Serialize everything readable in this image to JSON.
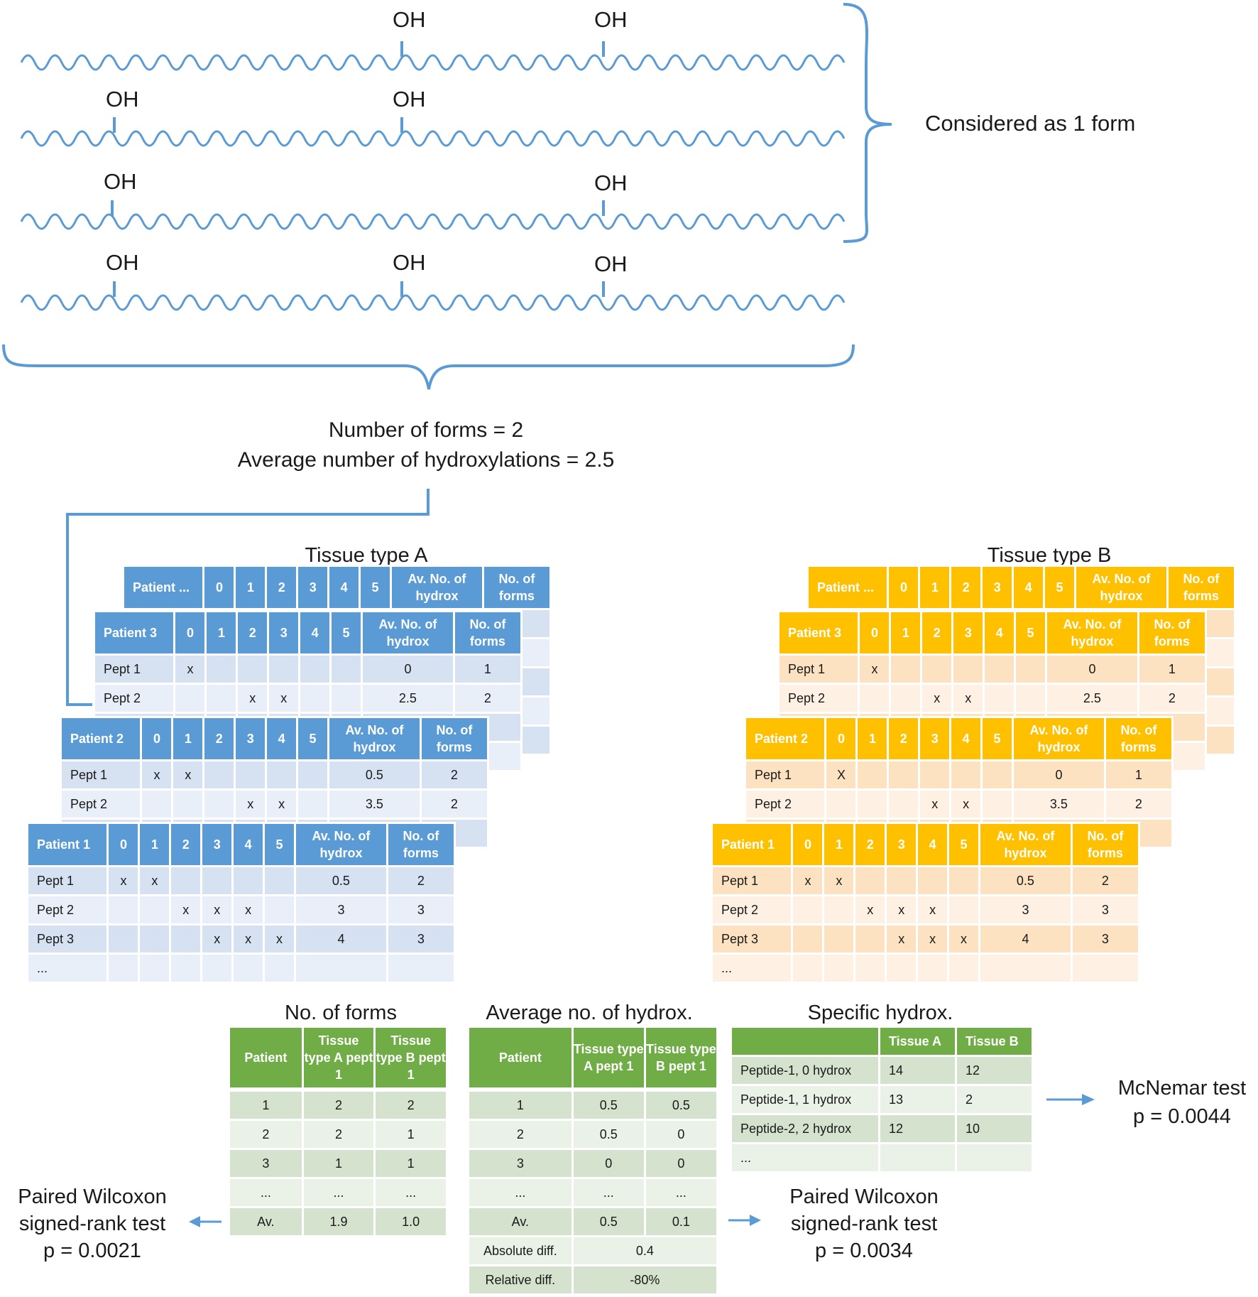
{
  "molecules": {
    "oh_label": "OH",
    "brace_right_label": "Considered as 1 form"
  },
  "summary": {
    "line1": "Number of forms = 2",
    "line2": "Average number of hydroxylations = 2.5"
  },
  "tissue_a": {
    "title": "Tissue type A",
    "header_cols": [
      "0",
      "1",
      "2",
      "3",
      "4",
      "5",
      "Av. No. of hydrox",
      "No. of forms"
    ],
    "tables": [
      {
        "patient": "Patient ...",
        "rows": []
      },
      {
        "patient": "Patient 3",
        "rows": [
          {
            "name": "Pept 1",
            "marks": [
              "x",
              "",
              "",
              "",
              "",
              ""
            ],
            "av": "0",
            "forms": "1"
          },
          {
            "name": "Pept 2",
            "marks": [
              "",
              "",
              "x",
              "x",
              "",
              ""
            ],
            "av": "2.5",
            "forms": "2"
          }
        ]
      },
      {
        "patient": "Patient 2",
        "rows": [
          {
            "name": "Pept 1",
            "marks": [
              "x",
              "x",
              "",
              "",
              "",
              ""
            ],
            "av": "0.5",
            "forms": "2"
          },
          {
            "name": "Pept 2",
            "marks": [
              "",
              "",
              "",
              "x",
              "x",
              ""
            ],
            "av": "3.5",
            "forms": "2"
          }
        ]
      },
      {
        "patient": "Patient 1",
        "rows": [
          {
            "name": "Pept 1",
            "marks": [
              "x",
              "x",
              "",
              "",
              "",
              ""
            ],
            "av": "0.5",
            "forms": "2"
          },
          {
            "name": "Pept 2",
            "marks": [
              "",
              "",
              "x",
              "x",
              "x",
              ""
            ],
            "av": "3",
            "forms": "3"
          },
          {
            "name": "Pept 3",
            "marks": [
              "",
              "",
              "",
              "x",
              "x",
              "x"
            ],
            "av": "4",
            "forms": "3"
          },
          {
            "name": "...",
            "marks": [
              "",
              "",
              "",
              "",
              "",
              ""
            ],
            "av": "",
            "forms": ""
          }
        ]
      }
    ]
  },
  "tissue_b": {
    "title": "Tissue type B",
    "header_cols": [
      "0",
      "1",
      "2",
      "3",
      "4",
      "5",
      "Av. No. of hydrox",
      "No. of forms"
    ],
    "tables": [
      {
        "patient": "Patient ...",
        "rows": []
      },
      {
        "patient": "Patient 3",
        "rows": [
          {
            "name": "Pept 1",
            "marks": [
              "x",
              "",
              "",
              "",
              "",
              ""
            ],
            "av": "0",
            "forms": "1"
          },
          {
            "name": "Pept 2",
            "marks": [
              "",
              "",
              "x",
              "x",
              "",
              ""
            ],
            "av": "2.5",
            "forms": "2"
          }
        ]
      },
      {
        "patient": "Patient 2",
        "rows": [
          {
            "name": "Pept 1",
            "marks": [
              "X",
              "",
              "",
              "",
              "",
              ""
            ],
            "av": "0",
            "forms": "1"
          },
          {
            "name": "Pept 2",
            "marks": [
              "",
              "",
              "",
              "x",
              "x",
              ""
            ],
            "av": "3.5",
            "forms": "2"
          }
        ]
      },
      {
        "patient": "Patient 1",
        "rows": [
          {
            "name": "Pept 1",
            "marks": [
              "x",
              "x",
              "",
              "",
              "",
              ""
            ],
            "av": "0.5",
            "forms": "2"
          },
          {
            "name": "Pept 2",
            "marks": [
              "",
              "",
              "x",
              "x",
              "x",
              ""
            ],
            "av": "3",
            "forms": "3"
          },
          {
            "name": "Pept 3",
            "marks": [
              "",
              "",
              "",
              "x",
              "x",
              "x"
            ],
            "av": "4",
            "forms": "3"
          },
          {
            "name": "...",
            "marks": [
              "",
              "",
              "",
              "",
              "",
              ""
            ],
            "av": "",
            "forms": ""
          }
        ]
      }
    ]
  },
  "forms_table": {
    "title": "No. of forms",
    "headers": [
      "Patient",
      "Tissue type A pept 1",
      "Tissue type B pept 1"
    ],
    "rows": [
      [
        "1",
        "2",
        "2"
      ],
      [
        "2",
        "2",
        "1"
      ],
      [
        "3",
        "1",
        "1"
      ],
      [
        "...",
        "...",
        "..."
      ],
      [
        "Av.",
        "1.9",
        "1.0"
      ]
    ]
  },
  "hydrox_table": {
    "title": "Average no. of hydrox.",
    "headers": [
      "Patient",
      "Tissue type A pept 1",
      "Tissue type B pept 1"
    ],
    "rows": [
      [
        "1",
        "0.5",
        "0.5"
      ],
      [
        "2",
        "0.5",
        "0"
      ],
      [
        "3",
        "0",
        "0"
      ],
      [
        "...",
        "...",
        "..."
      ],
      [
        "Av.",
        "0.5",
        "0.1"
      ]
    ],
    "diff_rows": [
      {
        "label": "Absolute diff.",
        "value": "0.4"
      },
      {
        "label": "Relative diff.",
        "value": "-80%"
      }
    ]
  },
  "specific_table": {
    "title": "Specific hydrox.",
    "headers": [
      "",
      "Tissue A",
      "Tissue B"
    ],
    "rows": [
      [
        "Peptide-1, 0 hydrox",
        "14",
        "12"
      ],
      [
        "Peptide-1, 1 hydrox",
        "13",
        "2"
      ],
      [
        "Peptide-2, 2 hydrox",
        "12",
        "10"
      ],
      [
        "...",
        "",
        ""
      ]
    ]
  },
  "tests": {
    "left": {
      "line1": "Paired Wilcoxon",
      "line2": "signed-rank test",
      "line3": "p = 0.0021"
    },
    "middle": {
      "line1": "Paired Wilcoxon",
      "line2": "signed-rank test",
      "line3": "p = 0.0034"
    },
    "right": {
      "line1": "McNemar test",
      "line2": "p = 0.0044"
    }
  },
  "colors": {
    "line_blue": "#5b9bd5",
    "header_blue": "#5b9bd5",
    "header_orange": "#ffc000",
    "header_green": "#70ad47"
  }
}
